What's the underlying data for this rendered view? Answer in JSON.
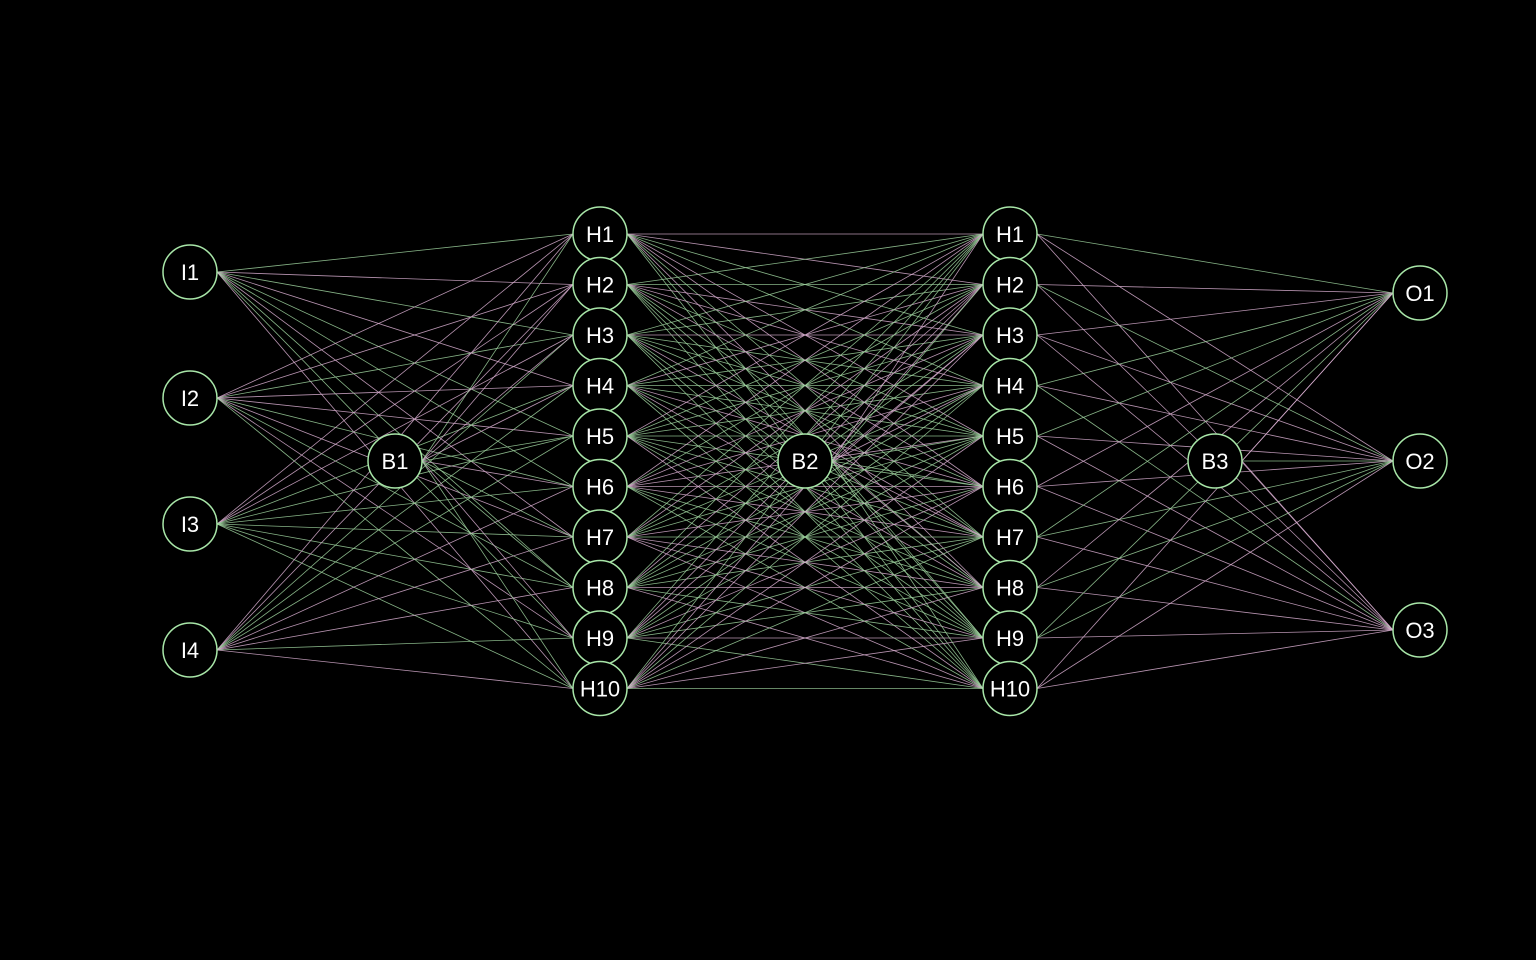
{
  "colors": {
    "background": "#000000",
    "node_stroke": "#a8e6a8",
    "edge_positive": "#9fd49f",
    "edge_negative": "#d8aed0",
    "label": "#ffffff"
  },
  "layers": [
    {
      "id": "input",
      "labels": [
        "I1",
        "I2",
        "I3",
        "I4"
      ]
    },
    {
      "id": "hidden1",
      "labels": [
        "H1",
        "H2",
        "H3",
        "H4",
        "H5",
        "H6",
        "H7",
        "H8",
        "H9",
        "H10"
      ]
    },
    {
      "id": "hidden2",
      "labels": [
        "H1",
        "H2",
        "H3",
        "H4",
        "H5",
        "H6",
        "H7",
        "H8",
        "H9",
        "H10"
      ]
    },
    {
      "id": "output",
      "labels": [
        "O1",
        "O2",
        "O3"
      ]
    }
  ],
  "bias_nodes": [
    {
      "label": "B1",
      "feeds_layer": 1
    },
    {
      "label": "B2",
      "feeds_layer": 2
    },
    {
      "label": "B3",
      "feeds_layer": 3
    }
  ]
}
